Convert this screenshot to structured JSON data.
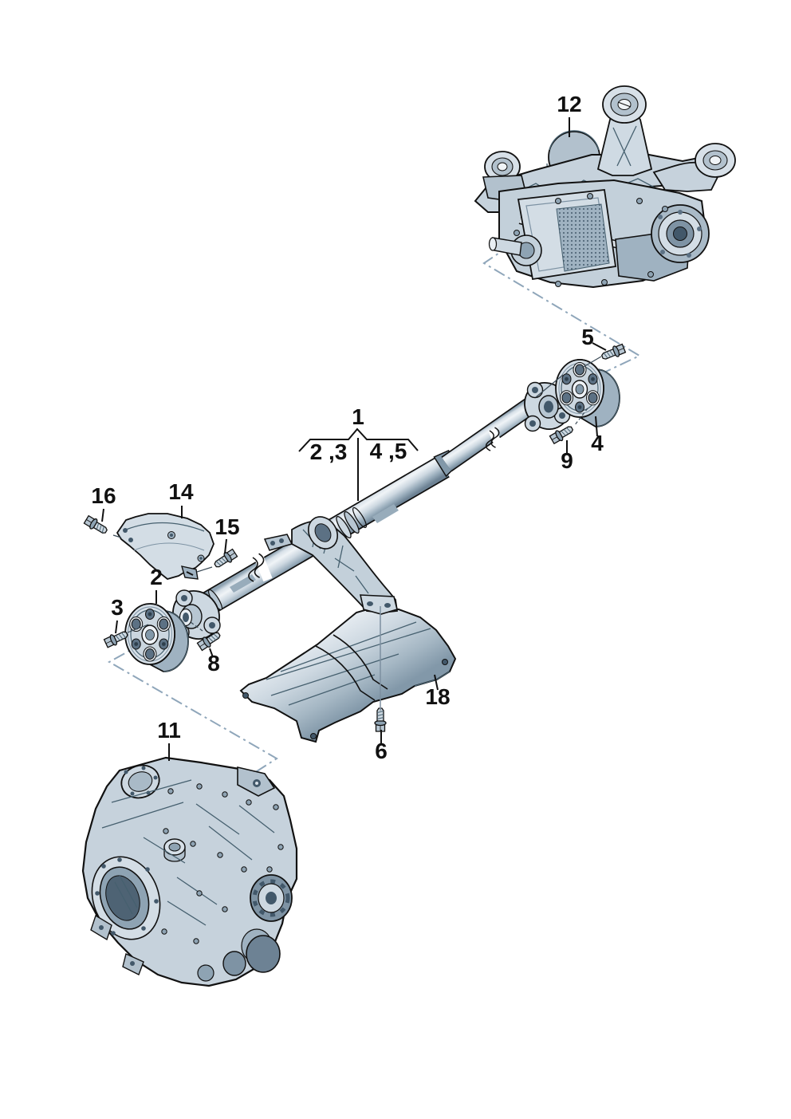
{
  "diagram": {
    "type": "exploded-parts-diagram",
    "subject": "propeller shaft with flexible couplings, heat shields, rear final drive and gearbox"
  },
  "callouts": [
    {
      "label": "1"
    },
    {
      "label": "2 ,3"
    },
    {
      "label": "4 ,5"
    },
    {
      "label": "2"
    },
    {
      "label": "3"
    },
    {
      "label": "4"
    },
    {
      "label": "5"
    },
    {
      "label": "6"
    },
    {
      "label": "8"
    },
    {
      "label": "9"
    },
    {
      "label": "11"
    },
    {
      "label": "12"
    },
    {
      "label": "14"
    },
    {
      "label": "15"
    },
    {
      "label": "16"
    },
    {
      "label": "18"
    }
  ],
  "colors": {
    "background": "#ffffff",
    "outline": "#111111",
    "steel_light": "#e8eef3",
    "steel_mid": "#c3d0da",
    "steel_dark": "#8ea3b3",
    "steel_shadow": "#5c7184",
    "dash_line": "#8fa6ba",
    "label_text": "#111111"
  }
}
